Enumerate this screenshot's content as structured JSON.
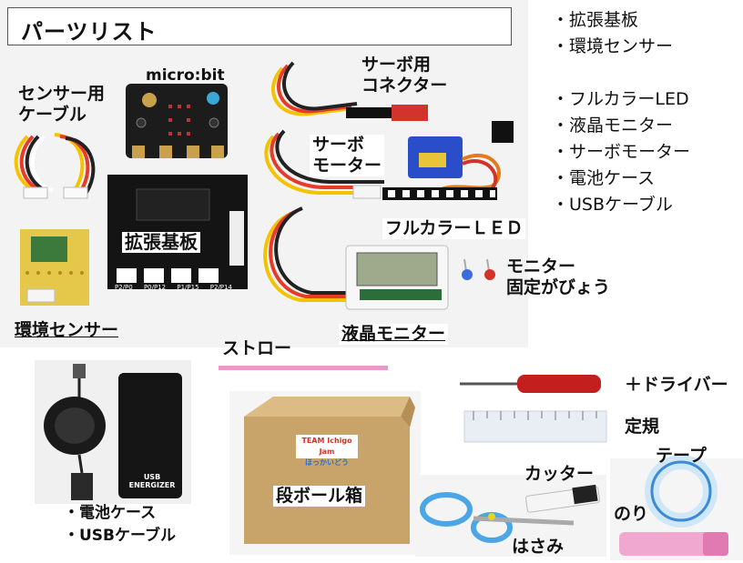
{
  "title": "パーツリスト",
  "side_list": {
    "group1": [
      "・拡張基板",
      "・環境センサー"
    ],
    "group2": [
      "・フルカラーLED",
      "・液晶モニター",
      "・サーボモーター",
      "・電池ケース",
      "・USBケーブル"
    ]
  },
  "labels": {
    "sensor_cable": "センサー用\nケーブル",
    "microbit": "micro:bit",
    "servo_connector": "サーボ用\nコネクター",
    "servo_motor": "サーボ\nモーター",
    "expansion_board": "拡張基板",
    "full_color_led": "フルカラーＬＥＤ",
    "monitor_fix": "モニター\n固定がびょう",
    "env_sensor": "環境センサー",
    "lcd_monitor": "液晶モニター",
    "straw": "ストロー",
    "cardboard_box": "段ボール箱",
    "screwdriver": "＋ドライバー",
    "ruler": "定規",
    "tape": "テープ",
    "cutter": "カッター",
    "glue": "のり",
    "scissors": "はさみ"
  },
  "bottom_list": [
    "・電池ケース",
    "・USBケーブル"
  ],
  "box_sticker": {
    "line1": "TEAM Ichigo Jam",
    "line2": "ほっかいどう"
  },
  "board_pins": [
    "P2/P0",
    "P0/P12",
    "P1/P15",
    "P2/P14"
  ],
  "battery_text": "USB ENERGIZER"
}
